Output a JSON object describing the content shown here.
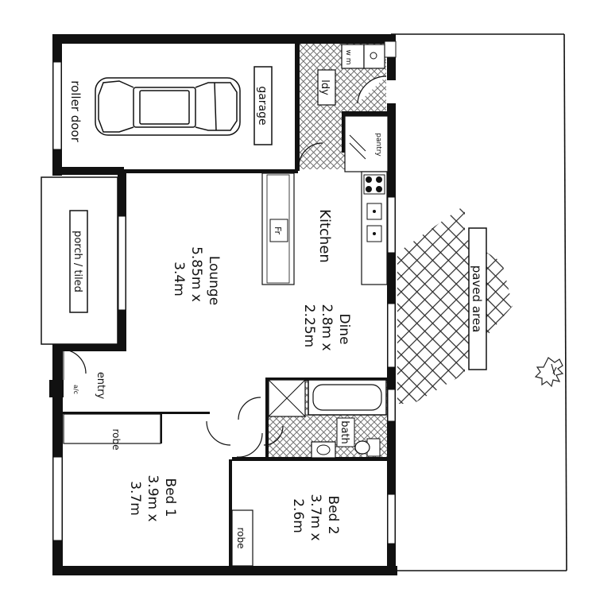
{
  "labels": {
    "roller_door": "roller door",
    "garage": "garage",
    "ldy": "ldy",
    "wm": "w m",
    "pantry": "pantry",
    "kitchen": "Kitchen",
    "fr": "Fr",
    "porch": "porch / tiled",
    "lounge_name": "Lounge",
    "lounge_dim1": "5.85m x",
    "lounge_dim2": "3.4m",
    "dine_name": "Dine",
    "dine_dim1": "2.8m x",
    "dine_dim2": "2.25m",
    "paved_area": "paved area",
    "entry": "entry",
    "ac": "a/c",
    "bath": "bath",
    "robe1": "robe",
    "robe2": "robe",
    "bed1_name": "Bed 1",
    "bed1_dim1": "3.9m x",
    "bed1_dim2": "3.7m",
    "bed2_name": "Bed 2",
    "bed2_dim1": "3.7m x",
    "bed2_dim2": "2.6m"
  },
  "colors": {
    "wall": "#111111",
    "line": "#222222",
    "tile": "#8a8a8a",
    "background": "#ffffff"
  }
}
